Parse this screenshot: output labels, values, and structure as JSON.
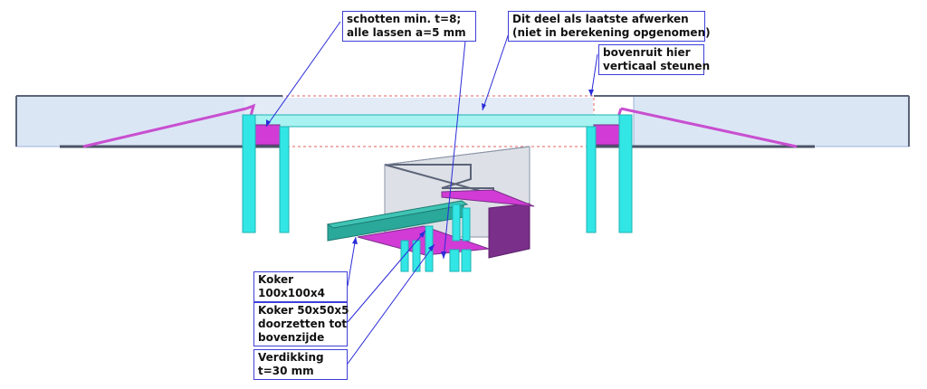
{
  "colors": {
    "steel_cyan": "#33e6e6",
    "steel_cyan_dark": "#1fb3b3",
    "plate_magenta": "#d23bd6",
    "plate_purple": "#7a2f8a",
    "glass_blue": "#dbe6f5",
    "glass_edge": "#9fb3d8",
    "beam_grey": "#5b6478",
    "callout_border": "#3f3fd8",
    "leader_line": "#2b2bd9",
    "box_grey": "#c7ccd6",
    "teal_beam": "#2aa89a"
  },
  "annotations": {
    "schotten": {
      "line1": "schotten min. t=8;",
      "line2": "alle lassen a=5 mm"
    },
    "laatste": {
      "line1": "Dit deel als laatste afwerken",
      "line2": "(niet in berekening opgenomen)"
    },
    "bovenruit": {
      "line1": "bovenruit hier",
      "line2": "verticaal steunen"
    },
    "koker100": {
      "line1": "Koker",
      "line2": "100x100x4"
    },
    "koker50": {
      "line1": "Koker 50x50x5",
      "line2": "doorzetten tot",
      "line3": "bovenzijde"
    },
    "verdikking": {
      "line1": "Verdikking",
      "line2": "t=30 mm"
    }
  }
}
